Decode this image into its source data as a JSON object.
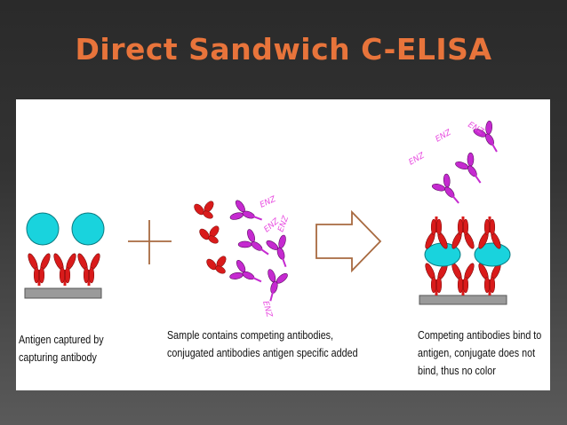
{
  "slide": {
    "title": "Direct Sandwich C-ELISA"
  },
  "diagram": {
    "panel1_caption_line1": "Antigen captured by",
    "panel1_caption_line2": "capturing antibody",
    "panel2_caption_line1": "Sample contains competing antibodies,",
    "panel2_caption_line2": "conjugated antibodies antigen specific added",
    "panel3_caption_line1": "Competing antibodies bind to",
    "panel3_caption_line2": "antigen, conjugate does not",
    "panel3_caption_line3": "bind, thus no color",
    "enzyme_label": "ENZ",
    "colors": {
      "title": "#e8743b",
      "antigen": "#19d3dd",
      "capture_antibody": "#d91b1b",
      "conjugate_antibody": "#c52ad0",
      "enzyme": "#e84be0",
      "plate": "#9a9a9a",
      "operator": "#a86a40"
    }
  }
}
